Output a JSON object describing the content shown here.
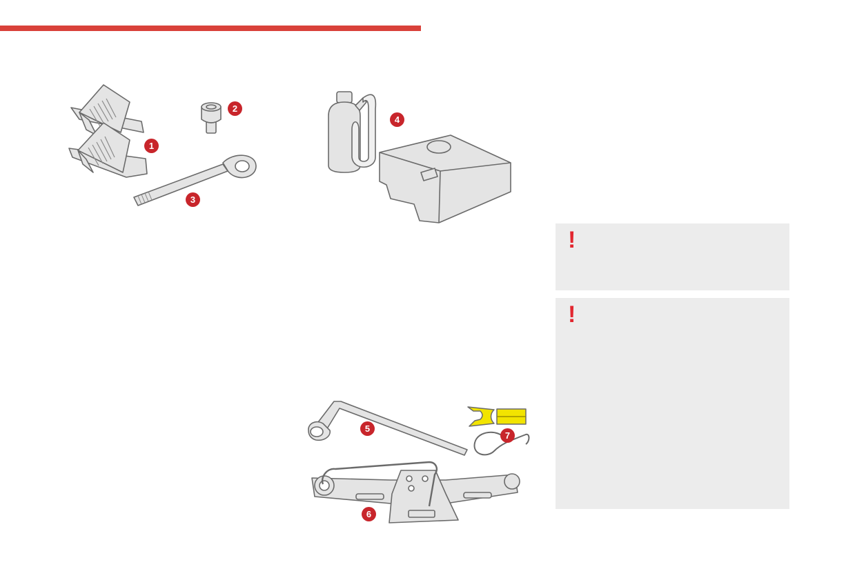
{
  "colors": {
    "accent": "#d9413a",
    "badge": "#c8252b",
    "warning": "#e2262f",
    "panel": "#ececec",
    "outline": "#6a6a6a",
    "fill": "#e4e4e4",
    "highlight": "#f2e400"
  },
  "badges": [
    "1",
    "2",
    "3",
    "4",
    "5",
    "6",
    "7"
  ],
  "warnings": [
    {
      "symbol": "!"
    },
    {
      "symbol": "!"
    }
  ],
  "icons": [
    "wheel-chock-icon",
    "socket-adapter-icon",
    "towing-eye-icon",
    "sealant-kit-icon",
    "wheelbrace-icon",
    "jack-icon",
    "trim-removal-tool-icon"
  ]
}
